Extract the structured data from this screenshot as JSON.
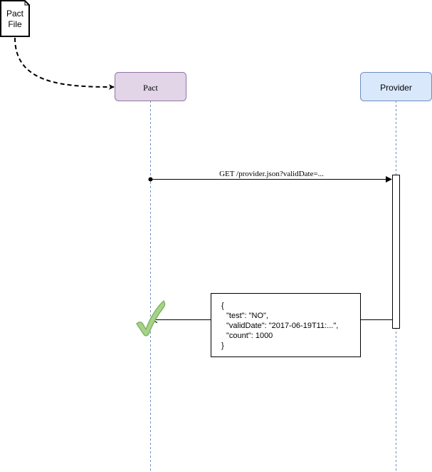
{
  "pact_file": {
    "label_line1": "Pact",
    "label_line2": "File"
  },
  "participants": {
    "pact": {
      "label": "Pact",
      "fill": "#e1d5e7",
      "stroke": "#9673a6"
    },
    "provider": {
      "label": "Provider",
      "fill": "#dae8fc",
      "stroke": "#6c8ebf"
    }
  },
  "request": {
    "label": "GET /provider.json?validDate=..."
  },
  "response": {
    "lines": [
      "{",
      "\"test\": \"NO\",",
      "\"validDate\": \"2017-06-19T11:...\",",
      "\"count\": 1000",
      "}"
    ]
  },
  "check": {
    "icon": "checkmark-icon",
    "fill": "#a6d388",
    "stroke": "#82b366"
  },
  "lifeline_color": "#6c8ebf"
}
